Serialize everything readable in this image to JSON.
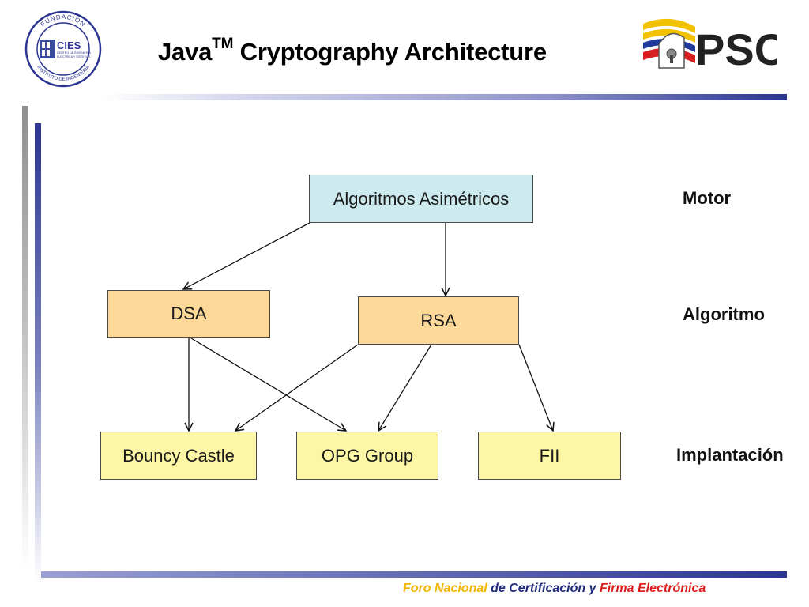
{
  "slide": {
    "title_main": "Java",
    "title_sup": "TM",
    "title_rest": " Cryptography Architecture"
  },
  "logos": {
    "left": {
      "ring_text_top": "FUNDACION",
      "ring_text_bottom": "INSTITUTO DE INGENIERIA",
      "acronym": "CIES",
      "sub_1": "CENTRO DE INGENIERIA",
      "sub_2": "ELECTRICA Y SISTEMAS"
    },
    "right": {
      "text": "PSC"
    }
  },
  "diagram": {
    "root": "Algoritmos Asimétricos",
    "algorithms": [
      "DSA",
      "RSA"
    ],
    "implementations": [
      "Bouncy Castle",
      "OPG Group",
      "FII"
    ],
    "edges": [
      [
        "Algoritmos Asimétricos",
        "DSA"
      ],
      [
        "Algoritmos Asimétricos",
        "RSA"
      ],
      [
        "DSA",
        "Bouncy Castle"
      ],
      [
        "DSA",
        "OPG Group"
      ],
      [
        "RSA",
        "Bouncy Castle"
      ],
      [
        "RSA",
        "OPG Group"
      ],
      [
        "RSA",
        "FII"
      ]
    ]
  },
  "levels": {
    "motor": "Motor",
    "algoritmo": "Algoritmo",
    "implantacion": "Implantación"
  },
  "footer": {
    "part1": "Foro Nacional",
    "part2": " de Certificación y ",
    "part3": "Firma Electrónica"
  },
  "colors": {
    "root_fill": "#cdebee",
    "algorithm_fill": "#fcd999",
    "implementation_fill": "#fdf6a4",
    "accent_blue": "#2c3592",
    "footer_yellow": "#f2b600",
    "footer_navy": "#1f2a7a",
    "footer_red": "#d81e1e"
  }
}
